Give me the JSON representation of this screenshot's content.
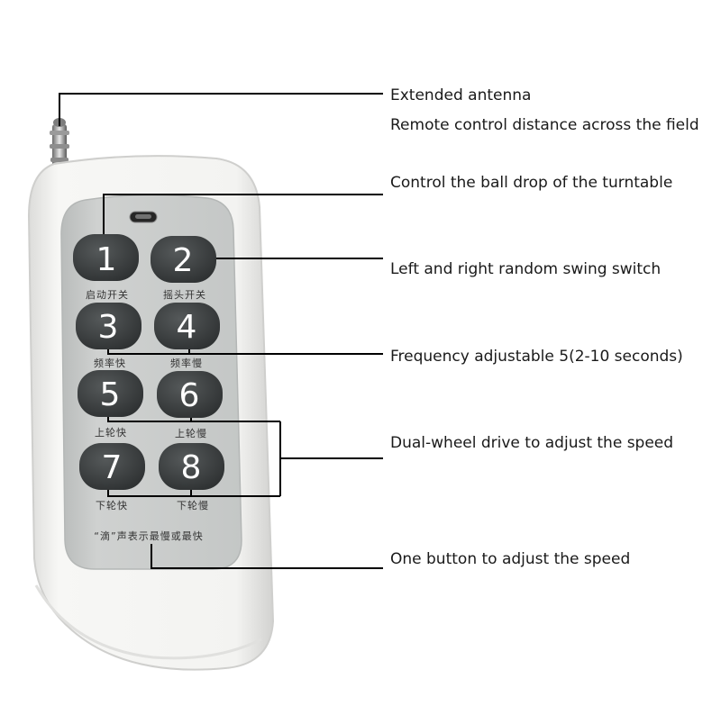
{
  "callouts": [
    {
      "id": "antenna",
      "text": "Extended antenna"
    },
    {
      "id": "distance",
      "text": "Remote control distance across the field"
    },
    {
      "id": "ball-drop",
      "text": "Control the ball drop of the turntable"
    },
    {
      "id": "swing",
      "text": "Left and right random swing switch"
    },
    {
      "id": "frequency",
      "text": "Frequency adjustable 5(2-10 seconds)"
    },
    {
      "id": "dual-wheel",
      "text": "Dual-wheel drive to adjust the speed"
    },
    {
      "id": "one-button",
      "text": "One button to adjust the speed"
    }
  ],
  "buttons": [
    {
      "number": "1",
      "label": "启动开关"
    },
    {
      "number": "2",
      "label": "摇头开关"
    },
    {
      "number": "3",
      "label": "频率快"
    },
    {
      "number": "4",
      "label": "频率慢"
    },
    {
      "number": "5",
      "label": "上轮快"
    },
    {
      "number": "6",
      "label": "上轮慢"
    },
    {
      "number": "7",
      "label": "下轮快"
    },
    {
      "number": "8",
      "label": "下轮慢"
    }
  ],
  "bottom_note": "“滴”声表示最慢或最快",
  "colors": {
    "shell": "#f4f4f2",
    "panel": "#c9cccb",
    "button": "#3c3f40",
    "button_text": "#ffffff",
    "line": "#000000"
  }
}
